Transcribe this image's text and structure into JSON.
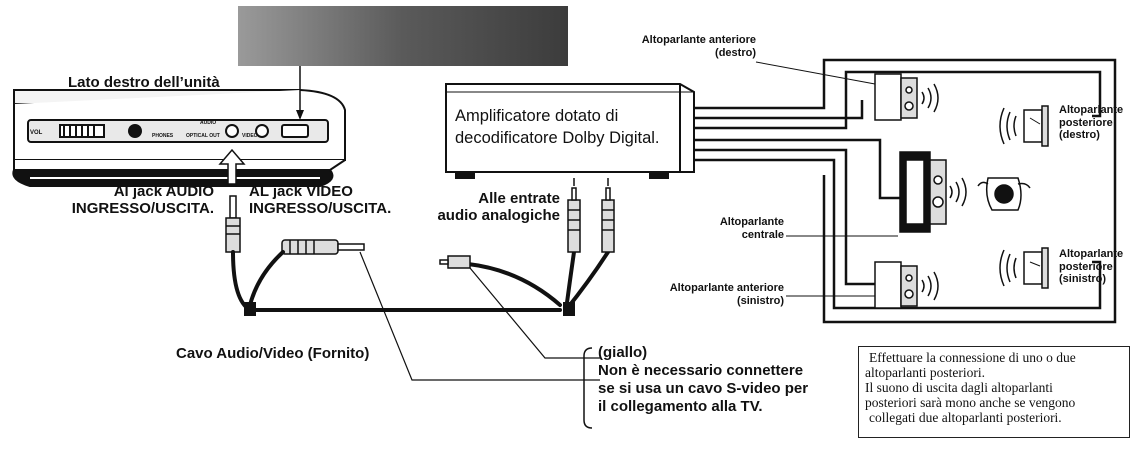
{
  "device_side_label": "Lato destro dell’unità",
  "amplifier_label": [
    "Amplificatore dotato di",
    "decodificatore Dolby Digital."
  ],
  "jack_audio_label": [
    "Al jack AUDIO",
    "INGRESSO/USCITA."
  ],
  "jack_video_label": [
    "AL jack VIDEO",
    "INGRESSO/USCITA."
  ],
  "analog_inputs_label": [
    "Alle entrate",
    "audio analogiche"
  ],
  "cable_label": "Cavo Audio/Video (Fornito)",
  "yellow_note": [
    "(giallo)",
    "Non è necessario connettere",
    "se si usa un cavo S-video per",
    "il collegamento alla TV."
  ],
  "speakers": {
    "front_right": [
      "Altoparlante anteriore",
      "(destro)"
    ],
    "rear_right": [
      "Altoparlante",
      "posteriore",
      "(destro)"
    ],
    "center": [
      "Altoparlante",
      "centrale"
    ],
    "front_left": [
      "Altoparlante anteriore",
      "(sinistro)"
    ],
    "rear_left": [
      "Altoparlante",
      "posteriore",
      "(sinistro)"
    ]
  },
  "panel_labels": [
    "VOL",
    "PHONES",
    "AUDIO",
    "OPTICAL OUT",
    "VIDEO"
  ],
  "info_box": [
    "Effettuare la connessione di uno o due",
    "altoparlanti posteriori.",
    "Il suono di uscita dagli altoparlanti",
    "posteriori sarà mono anche se vengono",
    "collegati due altoparlanti posteriori."
  ]
}
